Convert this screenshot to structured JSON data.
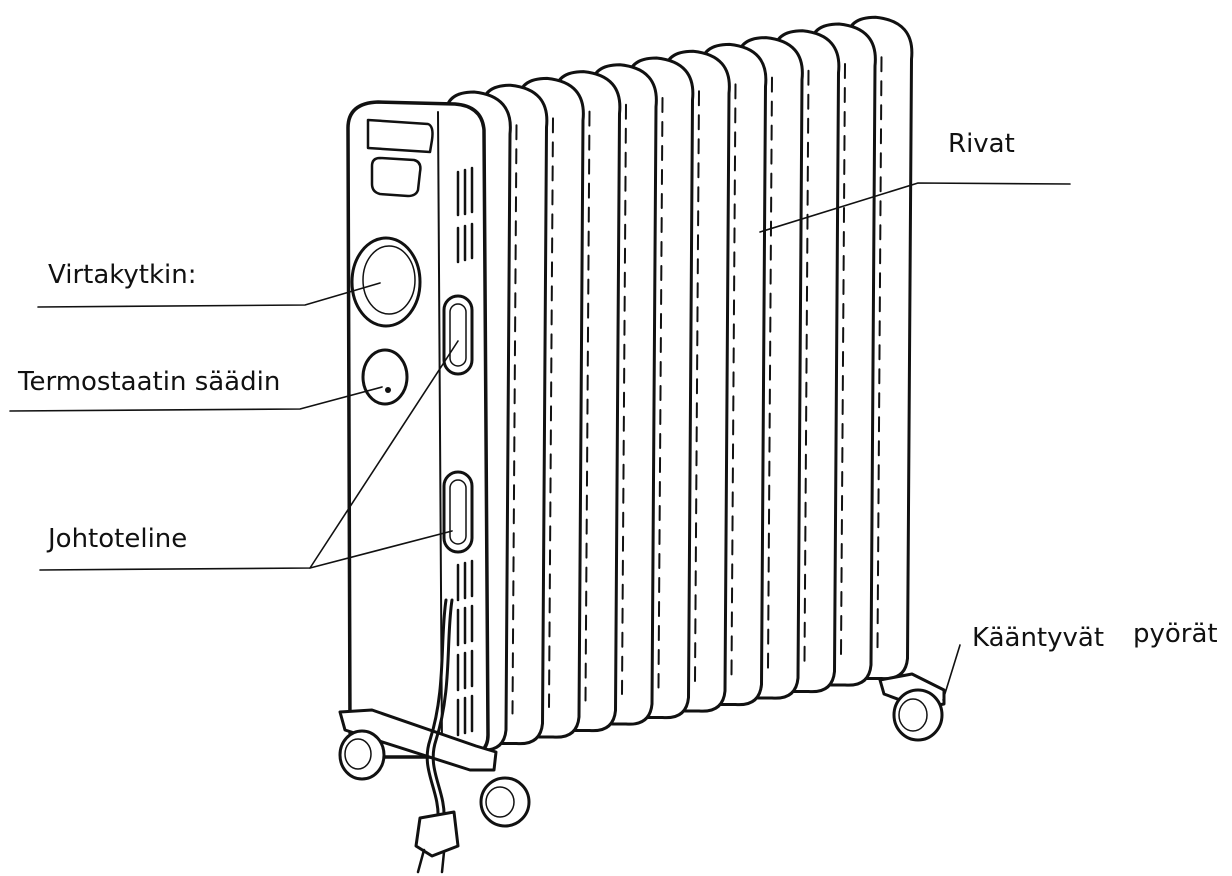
{
  "labels": {
    "rivat": "Rivat",
    "virtakytkin": "Virtakytkin:",
    "termostaatti": "Termostaatin säädin",
    "johtoteline": "Johtoteline",
    "kaantyvat": "Kääntyvät",
    "pyorat": "pyörät"
  },
  "colors": {
    "ink": "#111111",
    "background": "#ffffff"
  }
}
